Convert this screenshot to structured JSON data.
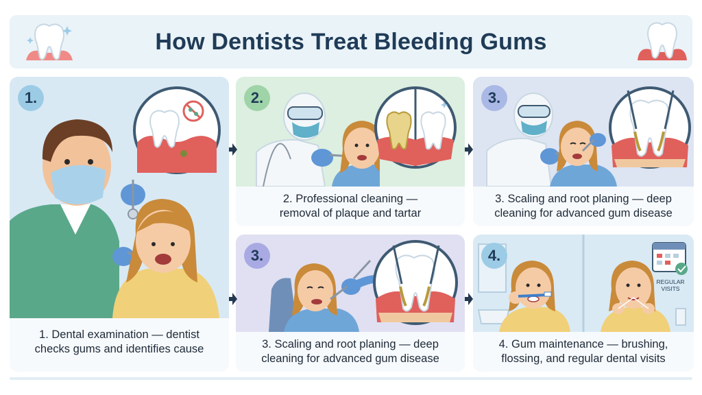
{
  "title": "How Dentists Treat Bleeding Gums",
  "panels": {
    "p1": {
      "badge": "1.",
      "caption_line1": "1. Dental examination — dentist",
      "caption_line2": "checks gums and identifies cause"
    },
    "p2": {
      "badge": "2.",
      "caption_line1": "2. Professional cleaning —",
      "caption_line2": "removal of plaque and tartar"
    },
    "p3a": {
      "badge": "3.",
      "caption_line1": "3. Scaling and root planing — deep",
      "caption_line2": "cleaning for advanced gum disease"
    },
    "p3b": {
      "badge": "3.",
      "caption_line1": "3. Scaling and root planing — deep",
      "caption_line2": "cleaning for advanced gum disease"
    },
    "p4": {
      "badge": "4.",
      "caption_line1": "4. Gum maintenance — brushing,",
      "caption_line2": "flossing, and regular dental visits",
      "calendar_label_line1": "REGULAR",
      "calendar_label_line2": "VISITS"
    }
  },
  "colors": {
    "title": "#1f3b57",
    "arrow": "#24384f",
    "gum": "#e0605c",
    "tooth": "#ffffff",
    "scrubs": "#5aa88a",
    "glove": "#5f96d6",
    "hair_patient": "#c98a3a"
  }
}
